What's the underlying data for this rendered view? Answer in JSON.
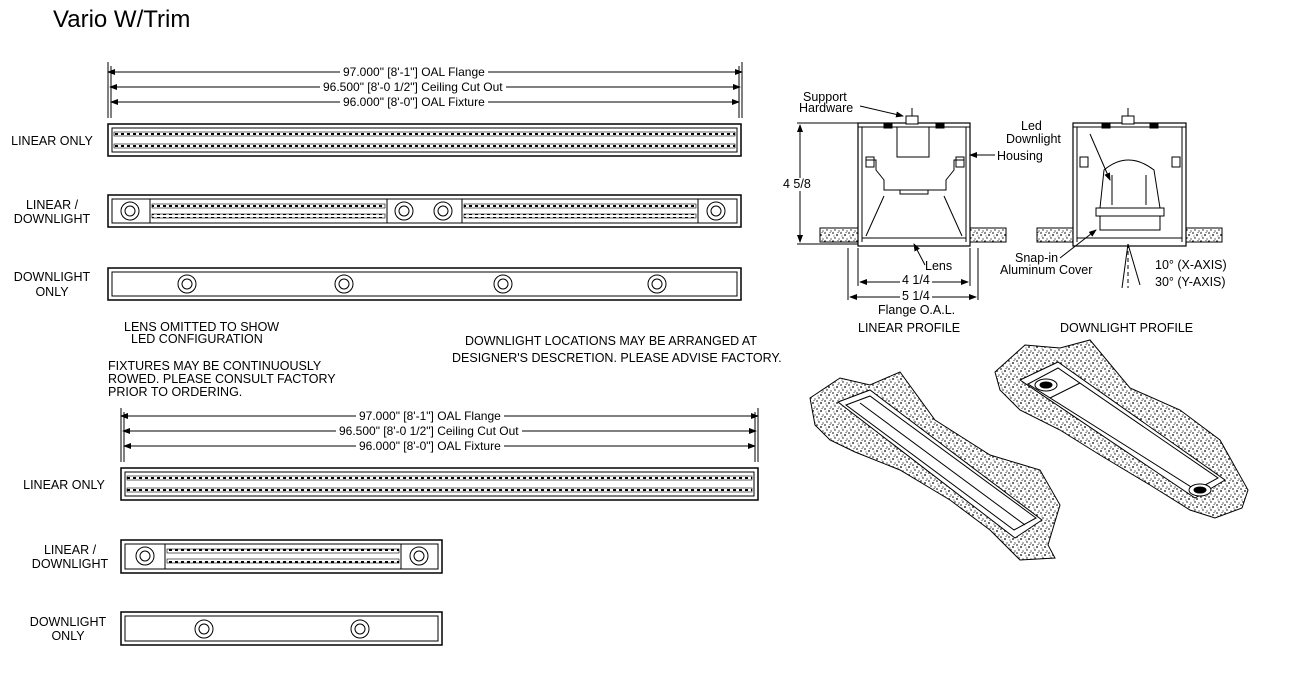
{
  "title": "Vario W/Trim",
  "top": {
    "dims": [
      "97.000\" [8'-1\"] OAL Flange",
      "96.500\" [8'-0 1/2\"] Ceiling Cut Out",
      "96.000\" [8'-0\"] OAL Fixture"
    ],
    "labels": {
      "linear": "LINEAR ONLY",
      "linear_dl_1": "LINEAR /",
      "linear_dl_2": "DOWNLIGHT",
      "dl_1": "DOWNLIGHT",
      "dl_2": "ONLY"
    }
  },
  "bottom": {
    "dims": [
      "97.000\" [8'-1\"] OAL Flange",
      "96.500\" [8'-0 1/2\"] Ceiling Cut Out",
      "96.000\" [8'-0\"] OAL Fixture"
    ],
    "labels": {
      "linear": "LINEAR ONLY",
      "linear_dl_1": "LINEAR /",
      "linear_dl_2": "DOWNLIGHT",
      "dl_1": "DOWNLIGHT",
      "dl_2": "ONLY"
    }
  },
  "notes": {
    "lens_1": "LENS OMITTED TO SHOW",
    "lens_2": "LED CONFIGURATION",
    "rowed_1": "FIXTURES MAY BE CONTINUOUSLY",
    "rowed_2": "ROWED. PLEASE CONSULT FACTORY",
    "rowed_3": "PRIOR TO ORDERING.",
    "dl_loc_1": "DOWNLIGHT LOCATIONS MAY BE ARRANGED AT",
    "dl_loc_2": "DESIGNER'S DESCRETION.  PLEASE ADVISE FACTORY."
  },
  "profiles": {
    "support_1": "Support",
    "support_2": "Hardware",
    "housing": "Housing",
    "height": "4 5/8",
    "lens": "Lens",
    "width_inner": "4 1/4",
    "width_outer": "5 1/4",
    "flange_oal": "Flange O.A.L.",
    "linear_caption": "LINEAR PROFILE",
    "led_1": "Led",
    "led_2": "Downlight",
    "snap_1": "Snap-in",
    "snap_2": "Aluminum Cover",
    "x_axis": "10° (X-AXIS)",
    "y_axis": "30° (Y-AXIS)",
    "downlight_caption": "DOWNLIGHT PROFILE"
  }
}
